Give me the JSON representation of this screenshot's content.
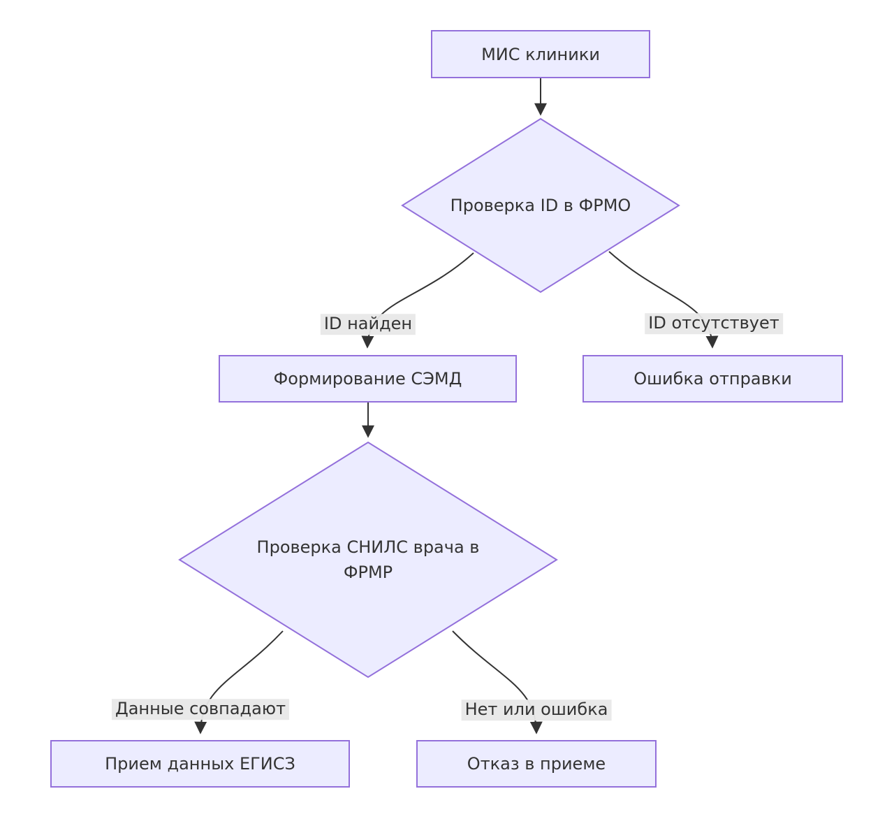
{
  "diagram": {
    "type": "flowchart",
    "direction": "top-down",
    "colors": {
      "node_fill": "#ECECFF",
      "node_border": "#9370DB",
      "text": "#333333",
      "edge": "#333333",
      "edge_label_bg": "#e8e8e8",
      "background": "#ffffff"
    },
    "nodes": [
      {
        "id": "mis",
        "shape": "rect",
        "label": "МИС клиники"
      },
      {
        "id": "check-id",
        "shape": "diamond",
        "label": "Проверка ID в ФРМО"
      },
      {
        "id": "form-semd",
        "shape": "rect",
        "label": "Формирование СЭМД"
      },
      {
        "id": "send-error",
        "shape": "rect",
        "label": "Ошибка отправки"
      },
      {
        "id": "check-snils",
        "shape": "diamond",
        "label": "Проверка СНИЛС врача в ФРМР",
        "label_lines": [
          "Проверка СНИЛС врача в",
          "ФРМР"
        ]
      },
      {
        "id": "accept",
        "shape": "rect",
        "label": "Прием данных ЕГИСЗ"
      },
      {
        "id": "reject",
        "shape": "rect",
        "label": "Отказ в приеме"
      }
    ],
    "edges": [
      {
        "from": "mis",
        "to": "check-id",
        "label": ""
      },
      {
        "from": "check-id",
        "to": "form-semd",
        "label": "ID найден"
      },
      {
        "from": "check-id",
        "to": "send-error",
        "label": "ID отсутствует"
      },
      {
        "from": "form-semd",
        "to": "check-snils",
        "label": ""
      },
      {
        "from": "check-snils",
        "to": "accept",
        "label": "Данные совпадают"
      },
      {
        "from": "check-snils",
        "to": "reject",
        "label": "Нет или ошибка"
      }
    ]
  }
}
